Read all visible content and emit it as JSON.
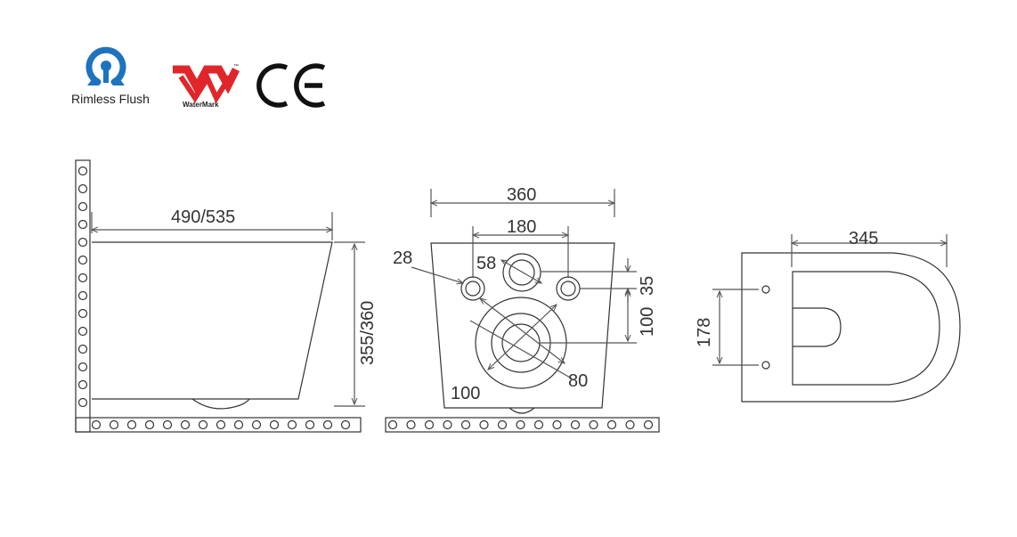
{
  "logos": {
    "rimless_caption": "Rimless Flush",
    "watermark_caption": "WaterMark",
    "watermark_tm": "™",
    "ce_mark": "CE",
    "rimless_icon": "rimless-flush-icon",
    "watermark_icon": "watermark-icon",
    "ce_icon": "ce-mark-icon",
    "rimless_color": "#1e73be",
    "watermark_color": "#e0262b"
  },
  "side_view": {
    "length_label": "490/535",
    "height_label": "355/360"
  },
  "rear_view": {
    "width_label": "360",
    "hole_spacing_label": "180",
    "dia_28_label": "28",
    "dia_58_label": "58",
    "offset_35_label": "35",
    "offset_100_label": "100",
    "outlet_100_label": "100",
    "outlet_80_label": "80"
  },
  "top_view": {
    "depth_label": "345",
    "seat_holes_label": "178"
  },
  "colors": {
    "line": "#333333",
    "dim": "#555555"
  }
}
